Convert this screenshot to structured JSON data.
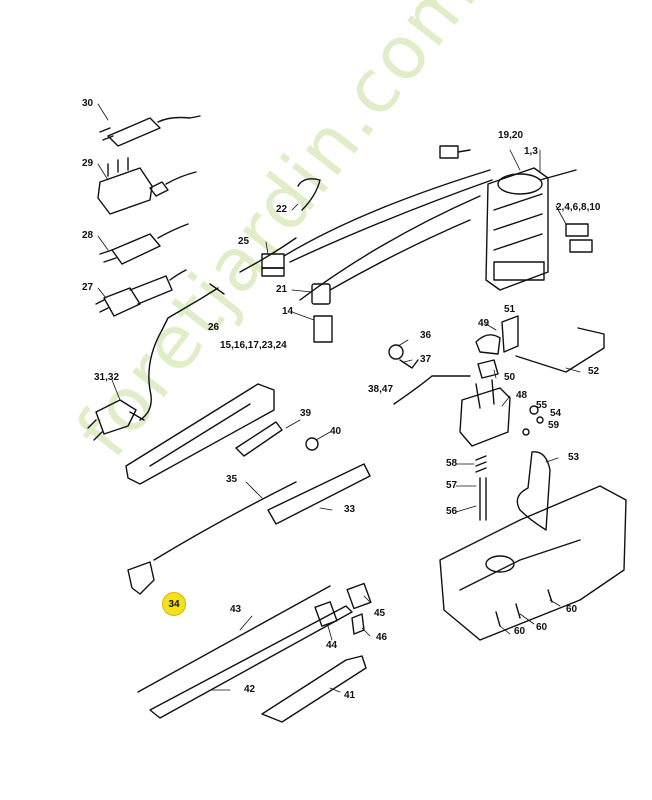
{
  "watermark": "foretjardin.com",
  "highlight": {
    "label": "34",
    "color": "#f5e11b"
  },
  "colors": {
    "ink": "#111111",
    "watermark": "#8ec63f"
  },
  "labels": {
    "l30": "30",
    "l29": "29",
    "l28": "28",
    "l27": "27",
    "l26": "26",
    "l3132": "31,32",
    "l22": "22",
    "l25": "25",
    "l21": "21",
    "l14": "14",
    "l15": "15,16,17,23,24",
    "l1920": "19,20",
    "l13": "1,3",
    "l24610": "2,4,6,8,10",
    "l36": "36",
    "l37": "37",
    "l3847": "38,47",
    "l39": "39",
    "l40": "40",
    "l35": "35",
    "l33": "33",
    "l51": "51",
    "l49": "49",
    "l50": "50",
    "l52": "52",
    "l48": "48",
    "l55": "55",
    "l54": "54",
    "l59": "59",
    "l53": "53",
    "l58": "58",
    "l57": "57",
    "l56": "56",
    "l60a": "60",
    "l60b": "60",
    "l60c": "60",
    "l43": "43",
    "l45": "45",
    "l44": "44",
    "l46": "46",
    "l42": "42",
    "l41": "41"
  }
}
